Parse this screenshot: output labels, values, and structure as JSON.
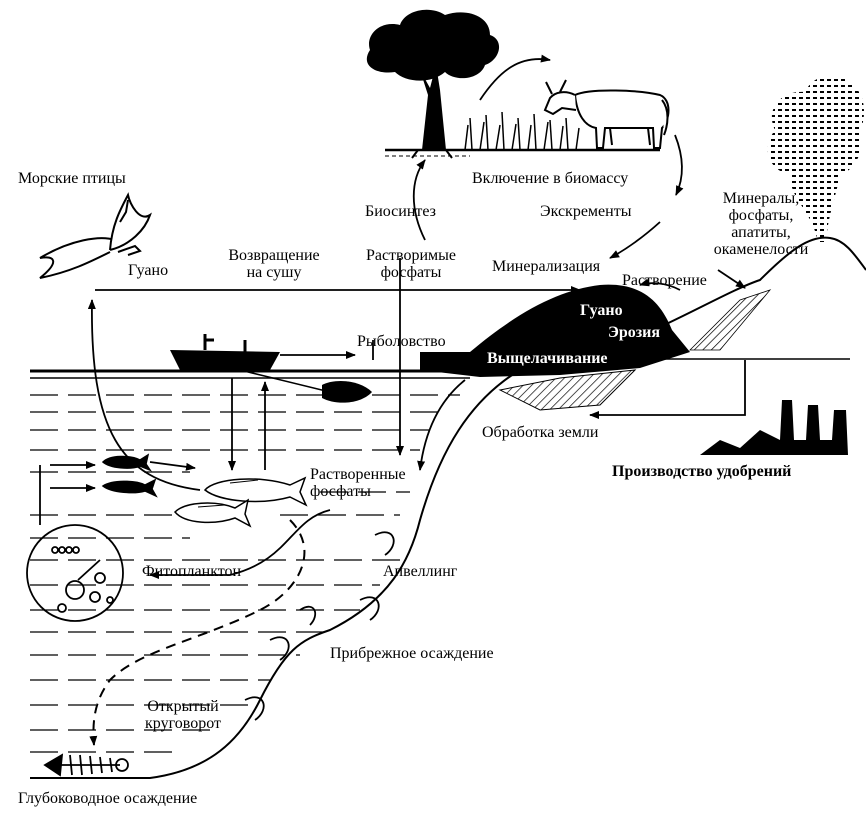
{
  "labels": {
    "seabirds": "Морские птицы",
    "guano_left": "Гуано",
    "return_land_1": "Возвращение",
    "return_land_2": "на сушу",
    "soluble_1": "Растворимые",
    "soluble_2": "фосфаты",
    "biosynthesis": "Биосинтез",
    "inclusion_biomass": "Включение в биомассу",
    "excrements": "Экскременты",
    "minerals_1": "Минералы,",
    "minerals_2": "фосфаты,",
    "minerals_3": "апатиты,",
    "minerals_4": "окаменелости",
    "mineralization": "Минерализация",
    "dissolution": "Растворение",
    "guano_right": "Гуано",
    "erosion": "Эрозия",
    "fishing": "Рыболовство",
    "leaching": "Выщелачивание",
    "land_treatment": "Обработка земли",
    "fertilizer_production": "Производство удобрений",
    "dissolved_1": "Растворенные",
    "dissolved_2": "фосфаты",
    "upwelling": "Апвеллинг",
    "phytoplankton": "Фитопланктон",
    "coastal_sedimentation": "Прибрежное осаждение",
    "open_cycle_1": "Открытый",
    "open_cycle_2": "круговорот",
    "deep_sedimentation": "Глубоководное осаждение"
  },
  "colors": {
    "ink": "#000000",
    "paper": "#ffffff"
  }
}
